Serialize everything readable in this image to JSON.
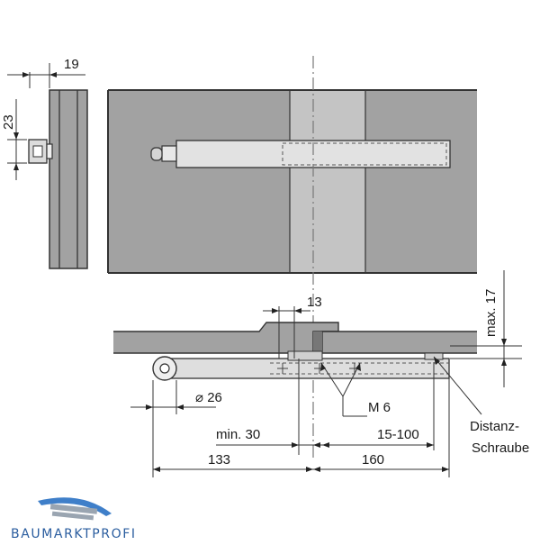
{
  "dimensions": {
    "side_width": "19",
    "side_height": "23",
    "offset": "13",
    "max_offset": "max. 17",
    "diameter": "⌀ 26",
    "thread": "M 6",
    "min_distance": "min. 30",
    "range": "15-100",
    "length_left": "133",
    "length_right": "160"
  },
  "labels": {
    "spacer_screw_line1": "Distanz-",
    "spacer_screw_line2": "Schraube"
  },
  "logo": {
    "text": "BAUMARKTPROFI"
  },
  "colors": {
    "panel": "#a2a2a2",
    "panel_edge": "#3c3c3c",
    "mid_strip": "#c4c4c4",
    "hinge_body": "#dedede",
    "logo_blue": "#2a5d9f"
  }
}
